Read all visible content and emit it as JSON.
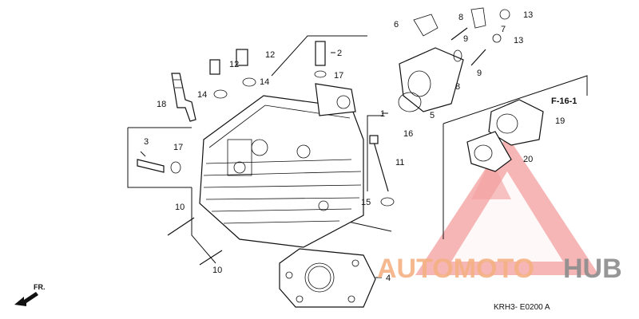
{
  "part_numbers": {
    "n1": "1",
    "n2": "2",
    "n3": "3",
    "n4": "4",
    "n5": "5",
    "n6": "6",
    "n7": "7",
    "n8a": "8",
    "n8b": "8",
    "n9a": "9",
    "n9b": "9",
    "n10a": "10",
    "n10b": "10",
    "n11": "11",
    "n12a": "12",
    "n12b": "12",
    "n13a": "13",
    "n13b": "13",
    "n14a": "14",
    "n14b": "14",
    "n15": "15",
    "n16": "16",
    "n17a": "17",
    "n17b": "17",
    "n18": "18",
    "n19": "19",
    "n20": "20"
  },
  "reference": "F-16-1",
  "front_marker": "FR.",
  "diagram_code": "KRH3- E0200 A",
  "watermark": {
    "text_a": "AUTOMOTO",
    "text_b": "HUB",
    "color_a": "#f4b183",
    "color_b": "#8c8c8c",
    "logo_color": "#f08080"
  }
}
